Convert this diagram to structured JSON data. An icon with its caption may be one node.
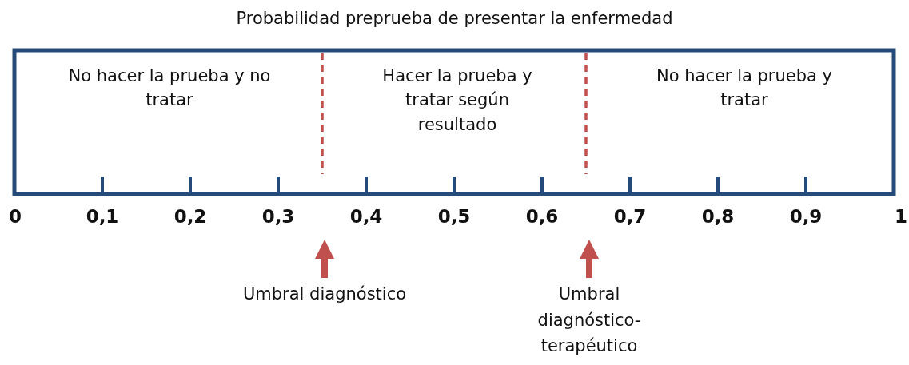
{
  "diagram": {
    "title": "Probabilidad preprueba de presentar la enfermedad",
    "nodes": [
      {
        "text": [
          "Umbral diagnóstico"
        ]
      },
      {
        "text": [
          "Umbral diagnóstico-terapéutico"
        ]
      }
    ],
    "edges": [
      {
        "from": 0,
        "to": null,
        "arrow": "to"
      },
      {
        "from": 1,
        "to": null,
        "arrow": "to"
      }
    ],
    "labels": [
      "No hacer la prueba y no tratar",
      "Hacer la prueba y tratar según resultado",
      "No hacer la prueba y tratar",
      "0",
      "0,1",
      "0,2",
      "0,3",
      "0,4",
      "0,5",
      "0,6",
      "0,7",
      "0,8",
      "0,9",
      "1"
    ]
  }
}
